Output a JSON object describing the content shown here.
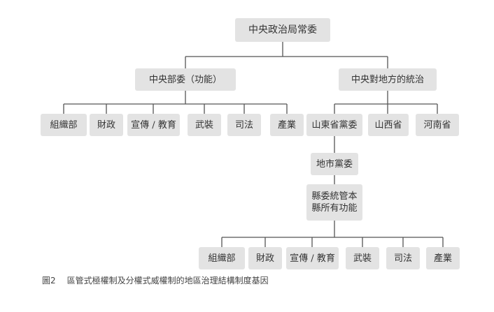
{
  "diagram": {
    "root": "中央政治局常委",
    "central_functions": "中央部委（功能）",
    "central_to_local": "中央對地方的統治",
    "functions_upper": [
      "組織部",
      "財政",
      "宣傳 / 教育",
      "武裝",
      "司法",
      "產業"
    ],
    "provinces": [
      "山東省黨委",
      "山西省",
      "河南省"
    ],
    "city": "地市黨委",
    "county_line1": "縣委統管本",
    "county_line2": "縣所有功能",
    "functions_lower": [
      "組織部",
      "財政",
      "宣傳 / 教育",
      "武裝",
      "司法",
      "產業"
    ]
  },
  "caption": {
    "number": "圖2",
    "text": "區管式極權制及分權式威權制的地區治理結構制度基因"
  }
}
